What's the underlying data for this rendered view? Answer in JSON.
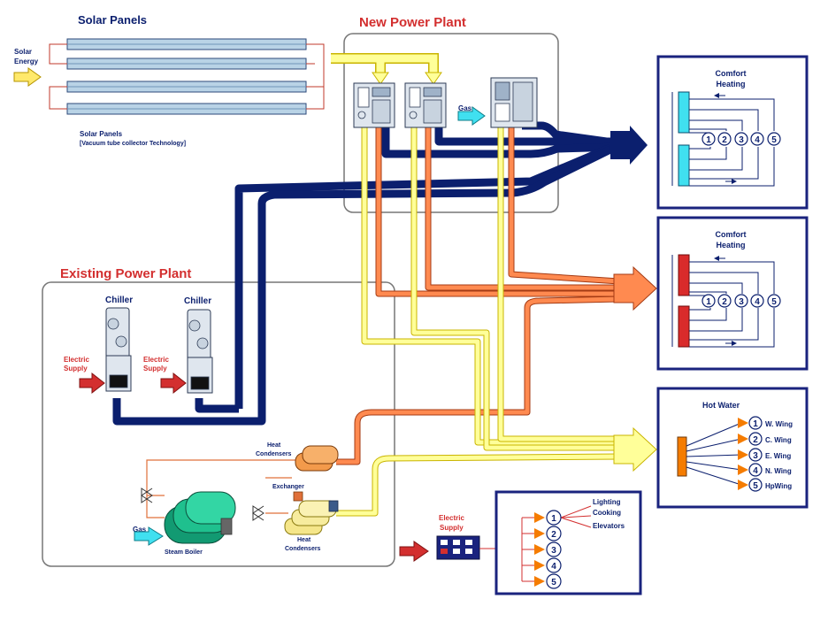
{
  "titles": {
    "solar_panels": "Solar Panels",
    "new_plant": "New Power Plant",
    "existing_plant": "Existing Power Plant"
  },
  "solar": {
    "energy_line1": "Solar",
    "energy_line2": "Energy",
    "caption_line1": "Solar Panels",
    "caption_line2": "[Vacuum tube collector Technology]"
  },
  "new_plant": {
    "gas_label": "Gas"
  },
  "existing_plant": {
    "chiller1": "Chiller",
    "chiller2": "Chiller",
    "electric_supply1_line1": "Electric",
    "electric_supply1_line2": "Supply",
    "electric_supply2_line1": "Electric",
    "electric_supply2_line2": "Supply",
    "heat_condensers_top_line1": "Heat",
    "heat_condensers_top_line2": "Condensers",
    "exchanger": "Exchanger",
    "gas_label": "Gas",
    "steam_boiler": "Steam Boiler",
    "heat_condensers_bottom_line1": "Heat",
    "heat_condensers_bottom_line2": "Condensers"
  },
  "comfort_cooling": {
    "title_line1": "Comfort",
    "title_line2": "Heating",
    "zones": [
      "1",
      "2",
      "3",
      "4",
      "5"
    ]
  },
  "comfort_heating": {
    "title_line1": "Comfort",
    "title_line2": "Heating",
    "zones": [
      "1",
      "2",
      "3",
      "4",
      "5"
    ]
  },
  "hot_water": {
    "title": "Hot Water",
    "wings": [
      {
        "num": "1",
        "label": "W. Wing"
      },
      {
        "num": "2",
        "label": "C. Wing"
      },
      {
        "num": "3",
        "label": "E. Wing"
      },
      {
        "num": "4",
        "label": "N. Wing"
      },
      {
        "num": "5",
        "label": "HpWing"
      }
    ]
  },
  "electric": {
    "supply_line1": "Electric",
    "supply_line2": "Supply",
    "outputs": [
      "1",
      "2",
      "3",
      "4",
      "5"
    ],
    "labels": [
      "Lighting",
      "Cooking",
      "Elevators"
    ]
  },
  "colors": {
    "navy": "#0b1f6e",
    "frame": "#1a237e",
    "red_title": "#d32f2f",
    "yellow_pipe": "#ffff99",
    "orange_pipe": "#ff8a50",
    "hot_orange": "#f57c00",
    "cyan": "#40e0f0",
    "red_radiator": "#d92b2b",
    "boiler_green": "#1fc08e"
  }
}
